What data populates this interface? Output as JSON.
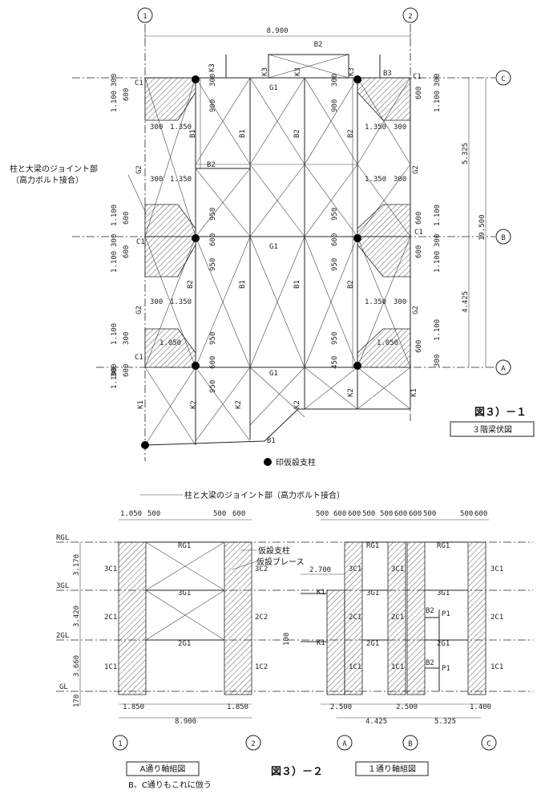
{
  "grid_marks_top": [
    "1",
    "2"
  ],
  "grid_marks_right": [
    "C",
    "B",
    "A"
  ],
  "grid_marks_bottom": [
    "1",
    "2",
    "A",
    "B",
    "C"
  ],
  "plan": {
    "overall_width": "8.900",
    "overall_depth": "19.500",
    "span_upper": "5.325",
    "span_lower": "4.425",
    "labels": {
      "B2_top": "B2",
      "K3_a": "K3",
      "K3_b": "K3",
      "K3_c": "K3",
      "K3_d": "K3",
      "B3": "B3",
      "C1_tl": "C1",
      "C1_tr": "C1",
      "C1_ml": "C1",
      "C1_mr": "C1",
      "C1_bl": "C1",
      "G1_top": "G1",
      "G1_mid": "G1",
      "G1_bot": "G1",
      "B1_a": "B1",
      "B2_a": "B2",
      "B2_b": "B2",
      "B1_b": "B1",
      "B2_mid": "B2",
      "B2_left_mid": "B2",
      "G2_l1": "G2",
      "G2_r1": "G2",
      "G2_l2": "G2",
      "G2_r2": "G2",
      "B2_low_l": "B2",
      "B1_low_a": "B1",
      "B1_low_b": "B1",
      "B2_low_r": "B2",
      "K1_l": "K1",
      "K2_a": "K2",
      "K2_b": "K2",
      "K2_c": "K2",
      "K2_d": "K2",
      "K1_r": "K1",
      "B1_bottom": "B1"
    },
    "dims": {
      "d1100": "1.100",
      "d300": "300",
      "d600": "600",
      "d900": "900",
      "d950": "950",
      "d1350": "1.350",
      "d1050": "1.050",
      "d450": "450"
    },
    "annotation_joint": "柱と大梁のジョイント部\n（高力ボルト接合）",
    "annotation_joint_l1": "柱と大梁のジョイント部",
    "annotation_joint_l2": "（高力ボルト接合）",
    "legend_support": "印仮設支柱",
    "figure_no": "図３）－１",
    "figure_title": "３階梁伏図"
  },
  "elevation": {
    "annotation_joint": "柱と大梁のジョイント部（高力ボルト接合）",
    "temp_column": "仮設支柱",
    "temp_brace": "仮設ブレース",
    "levels": [
      "RGL",
      "3GL",
      "2GL",
      "GL"
    ],
    "heights": [
      "3.170",
      "3.420",
      "3.660",
      "170"
    ],
    "top_dims_a": [
      "1.050",
      "500",
      "500",
      "600"
    ],
    "top_dims_b": [
      "500",
      "600",
      "600",
      "500",
      "500",
      "600",
      "600",
      "500",
      "500",
      "600"
    ],
    "bottom_dims_a": [
      "1.850",
      "1.850",
      "8.900"
    ],
    "bottom_dims_b": [
      "2.500",
      "2.500",
      "1.400",
      "4.425",
      "5.325"
    ],
    "dim_2700": "2.700",
    "dim_100": "100",
    "members": {
      "RG1": "RG1",
      "3G1": "3G1",
      "2G1": "2G1",
      "3C1": "3C1",
      "2C1": "2C1",
      "1C1": "1C1",
      "3C2": "3C2",
      "2C2": "2C2",
      "1C2": "1C2",
      "K1": "K1",
      "B2": "B2",
      "P1": "P1"
    },
    "caption_a": "A通り軸組図",
    "caption_a_note": "B、C通りもこれに倣う",
    "caption_1": "１通り軸組図",
    "figure_no": "図３）－２"
  }
}
